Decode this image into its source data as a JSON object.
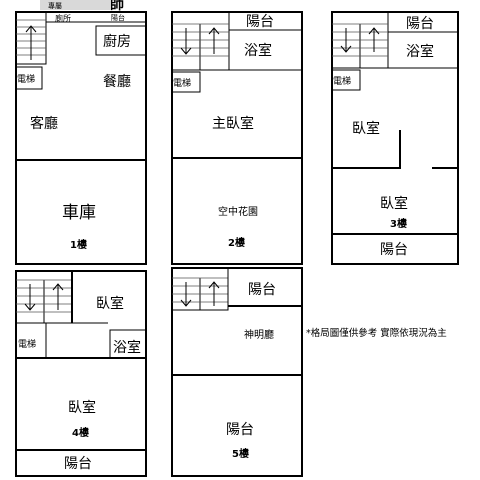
{
  "logo": {
    "text": "專屬",
    "brand": "師"
  },
  "floor1": {
    "small_labels": [
      "廁所",
      "陽台"
    ],
    "kitchen": "廚房",
    "elevator": "電梯",
    "dining": "餐廳",
    "living": "客廳",
    "garage": "車庫",
    "floor_label": "1樓"
  },
  "floor2": {
    "balcony": "陽台",
    "bathroom": "浴室",
    "elevator": "電梯",
    "master_bedroom": "主臥室",
    "sky_garden": "空中花園",
    "floor_label": "2樓"
  },
  "floor3": {
    "balcony_top": "陽台",
    "bathroom": "浴室",
    "elevator": "電梯",
    "bedroom_upper": "臥室",
    "bedroom_lower": "臥室",
    "floor_label": "3樓",
    "balcony_bottom": "陽台"
  },
  "floor4": {
    "bedroom_upper": "臥室",
    "elevator": "電梯",
    "bathroom": "浴室",
    "bedroom_lower": "臥室",
    "floor_label": "4樓",
    "balcony": "陽台"
  },
  "floor5": {
    "balcony_top": "陽台",
    "shrine_hall": "神明廳",
    "balcony_bottom": "陽台",
    "floor_label": "5樓"
  },
  "note": "*格局圖僅供參考 實際依現況為主"
}
